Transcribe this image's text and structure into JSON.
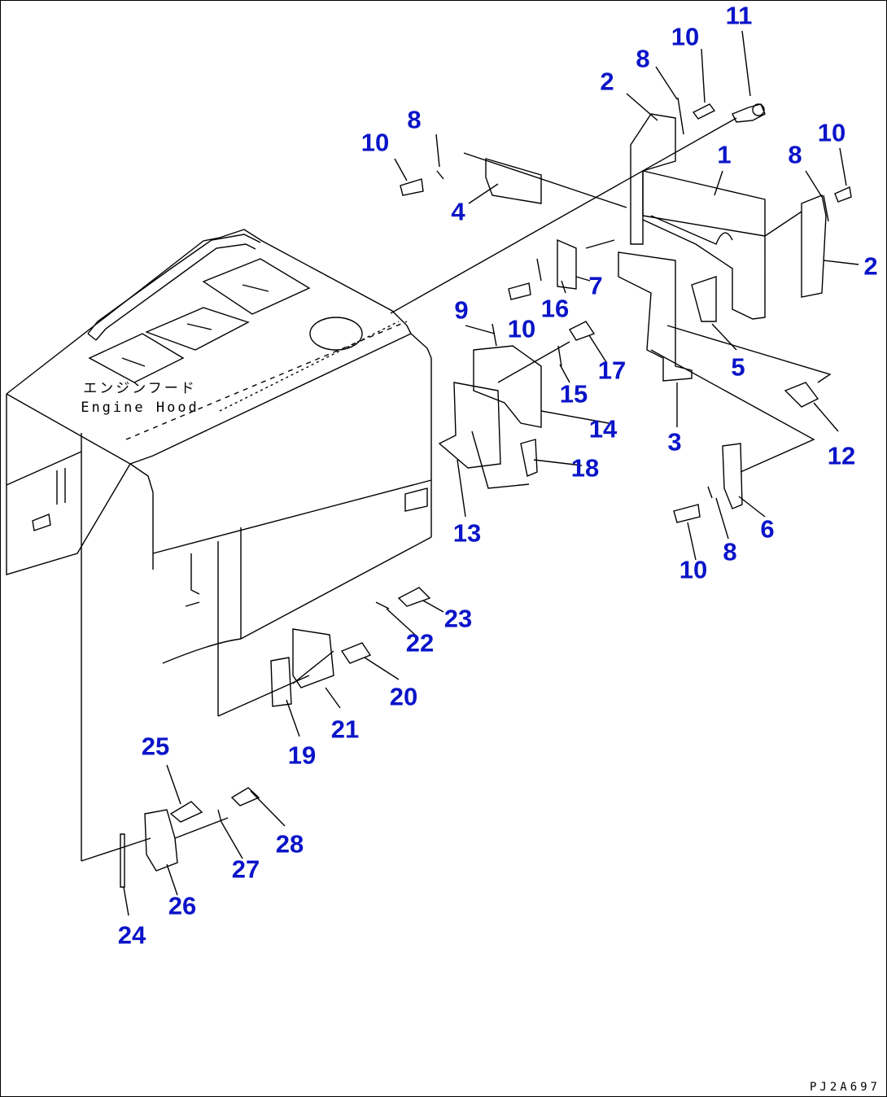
{
  "diagram": {
    "hood_label_jp": "エンジンフード",
    "hood_label_en": "Engine Hood",
    "drawing_code": "PJ2A697",
    "callout_color": "#0a14c8",
    "callouts": [
      {
        "id": "1",
        "label": "1"
      },
      {
        "id": "2a",
        "label": "2"
      },
      {
        "id": "2b",
        "label": "2"
      },
      {
        "id": "3",
        "label": "3"
      },
      {
        "id": "4",
        "label": "4"
      },
      {
        "id": "5",
        "label": "5"
      },
      {
        "id": "6",
        "label": "6"
      },
      {
        "id": "7",
        "label": "7"
      },
      {
        "id": "8a",
        "label": "8"
      },
      {
        "id": "8b",
        "label": "8"
      },
      {
        "id": "8c",
        "label": "8"
      },
      {
        "id": "8d",
        "label": "8"
      },
      {
        "id": "9",
        "label": "9"
      },
      {
        "id": "10a",
        "label": "10"
      },
      {
        "id": "10b",
        "label": "10"
      },
      {
        "id": "10c",
        "label": "10"
      },
      {
        "id": "10d",
        "label": "10"
      },
      {
        "id": "10e",
        "label": "10"
      },
      {
        "id": "11",
        "label": "11"
      },
      {
        "id": "12",
        "label": "12"
      },
      {
        "id": "13",
        "label": "13"
      },
      {
        "id": "14",
        "label": "14"
      },
      {
        "id": "15",
        "label": "15"
      },
      {
        "id": "16",
        "label": "16"
      },
      {
        "id": "17",
        "label": "17"
      },
      {
        "id": "18",
        "label": "18"
      },
      {
        "id": "19",
        "label": "19"
      },
      {
        "id": "20",
        "label": "20"
      },
      {
        "id": "21",
        "label": "21"
      },
      {
        "id": "22",
        "label": "22"
      },
      {
        "id": "23",
        "label": "23"
      },
      {
        "id": "24",
        "label": "24"
      },
      {
        "id": "25",
        "label": "25"
      },
      {
        "id": "26",
        "label": "26"
      },
      {
        "id": "27",
        "label": "27"
      },
      {
        "id": "28",
        "label": "28"
      }
    ]
  }
}
